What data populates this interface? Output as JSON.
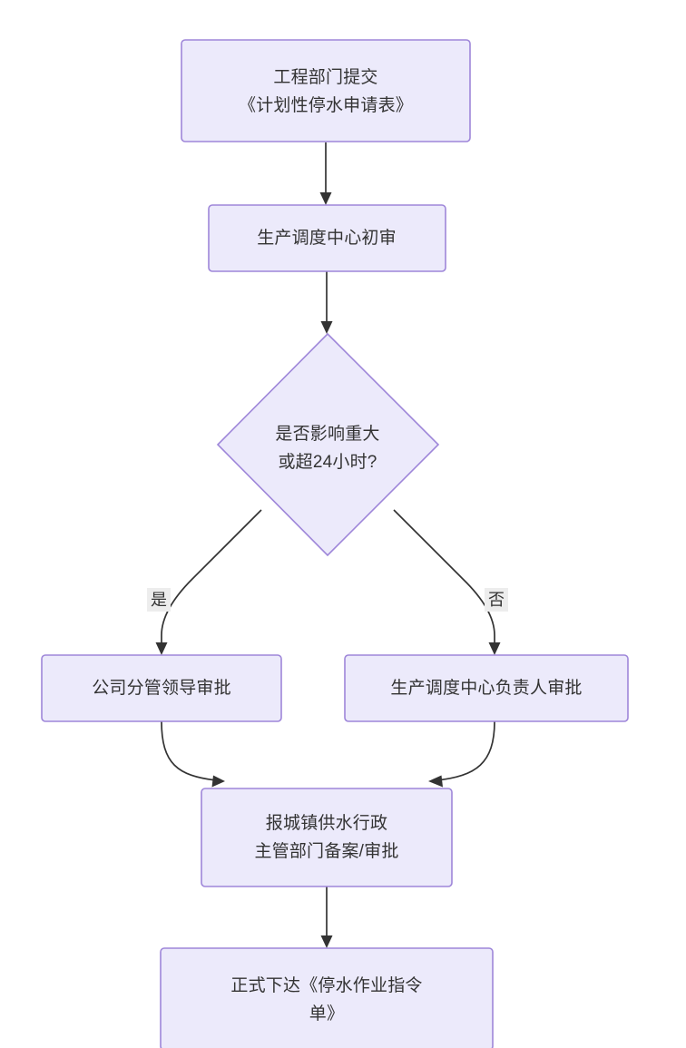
{
  "diagram": {
    "type": "flowchart",
    "direction": "top-down",
    "theme": {
      "node_fill": "#ECEAFB",
      "node_border": "#9E86D9",
      "edge_color": "#333333",
      "text_color": "#333333",
      "edge_label_bg": "#EDEDED",
      "canvas_bg": "#FFFFFF"
    },
    "nodes": [
      {
        "id": "submit",
        "shape": "rect",
        "lines": [
          "工程部门提交",
          "《计划性停水申请表》"
        ],
        "line1": "工程部门提交",
        "line2": "《计划性停水申请表》"
      },
      {
        "id": "first-review",
        "shape": "rect",
        "lines": [
          "生产调度中心初审"
        ],
        "line1": "生产调度中心初审"
      },
      {
        "id": "decision",
        "shape": "diamond",
        "lines": [
          "是否影响重大",
          "或超24小时?"
        ],
        "line1": "是否影响重大",
        "line2": "或超24小时?"
      },
      {
        "id": "leader-approval",
        "shape": "rect",
        "lines": [
          "公司分管领导审批"
        ],
        "line1": "公司分管领导审批"
      },
      {
        "id": "dispatch-head-approval",
        "shape": "rect",
        "lines": [
          "生产调度中心负责人审批"
        ],
        "line1": "生产调度中心负责人审批"
      },
      {
        "id": "govt-filing",
        "shape": "rect",
        "lines": [
          "报城镇供水行政",
          "主管部门备案/审批"
        ],
        "line1": "报城镇供水行政",
        "line2": "主管部门备案/审批"
      },
      {
        "id": "issue-order",
        "shape": "rect",
        "lines": [
          "正式下达《停水作业指令",
          "单》"
        ],
        "line1": "正式下达《停水作业指令",
        "line2": "单》"
      }
    ],
    "edges": [
      {
        "id": "e1",
        "from": "submit",
        "to": "first-review",
        "label": ""
      },
      {
        "id": "e2",
        "from": "first-review",
        "to": "decision",
        "label": ""
      },
      {
        "id": "e3",
        "from": "decision",
        "to": "leader-approval",
        "label": "是"
      },
      {
        "id": "e4",
        "from": "decision",
        "to": "dispatch-head-approval",
        "label": "否"
      },
      {
        "id": "e5",
        "from": "leader-approval",
        "to": "govt-filing",
        "label": ""
      },
      {
        "id": "e6",
        "from": "dispatch-head-approval",
        "to": "govt-filing",
        "label": ""
      },
      {
        "id": "e7",
        "from": "govt-filing",
        "to": "issue-order",
        "label": ""
      }
    ],
    "edge_labels": {
      "yes": "是",
      "no": "否"
    }
  }
}
